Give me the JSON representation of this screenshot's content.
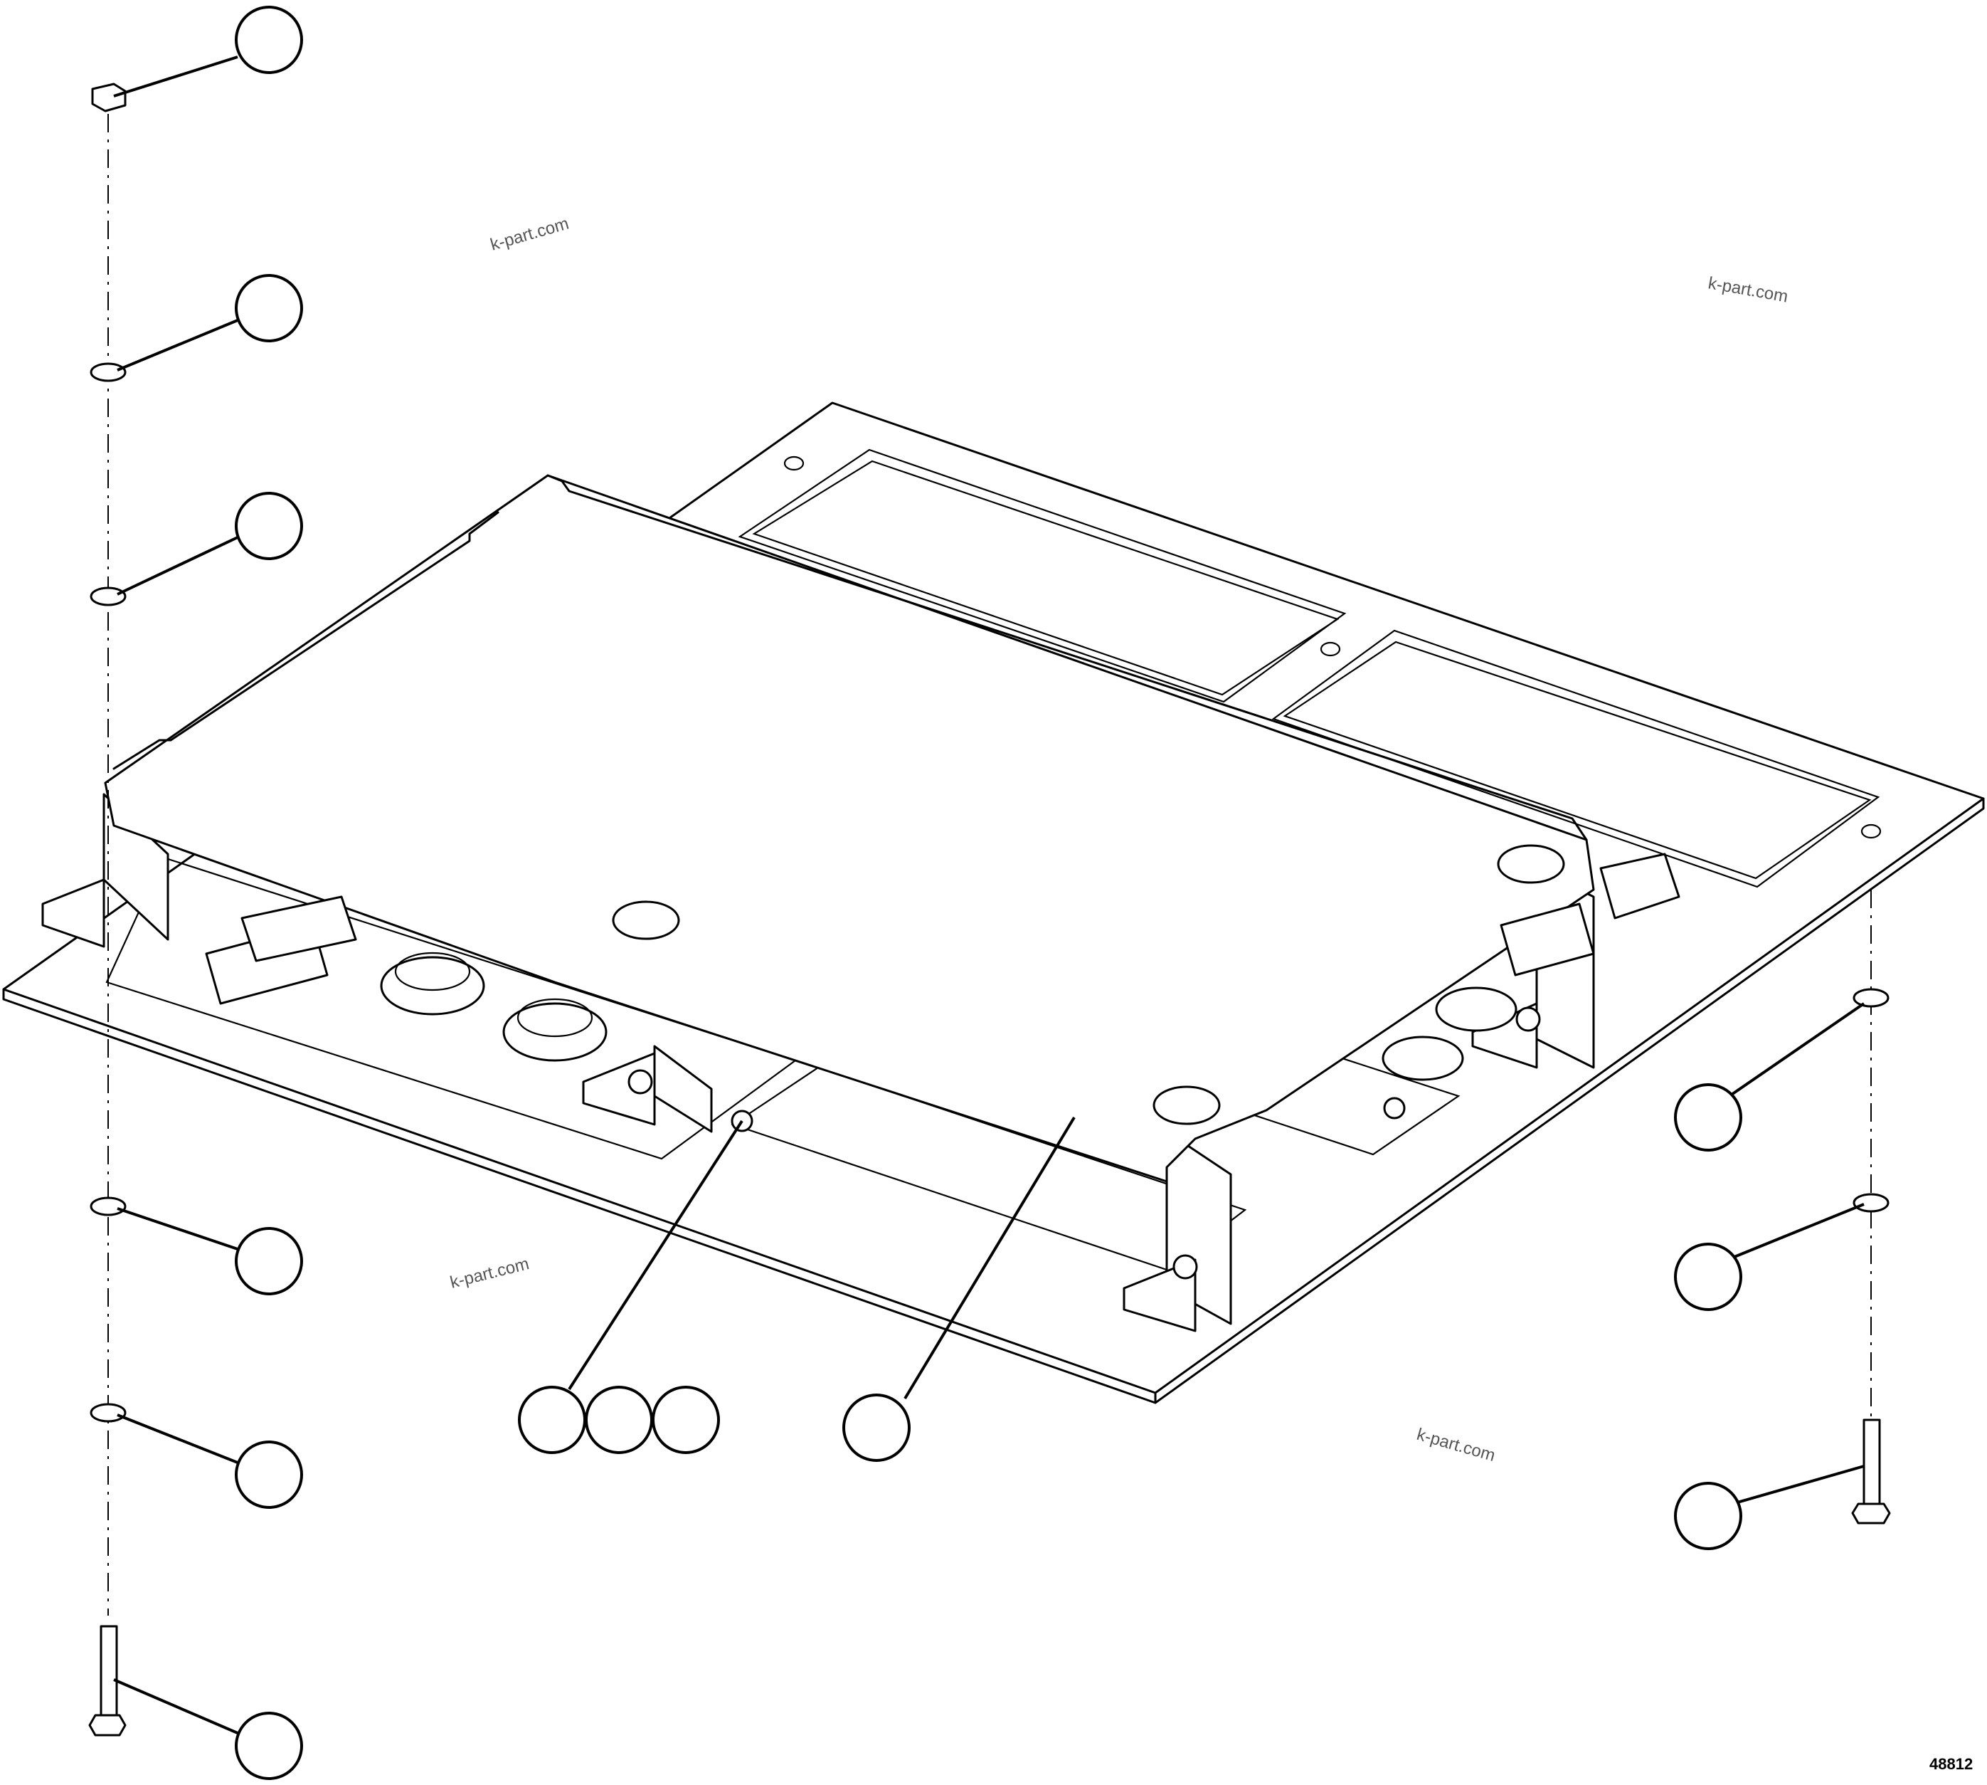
{
  "watermarks": [
    "k-part.com",
    "k-part.com",
    "k-part.com",
    "k-part.com"
  ],
  "figure_number": "48812",
  "callouts": [
    {
      "id": "c1",
      "label": ""
    },
    {
      "id": "c2",
      "label": ""
    },
    {
      "id": "c3",
      "label": ""
    },
    {
      "id": "c4",
      "label": ""
    },
    {
      "id": "c5",
      "label": ""
    },
    {
      "id": "c6",
      "label": ""
    },
    {
      "id": "c7",
      "label": ""
    },
    {
      "id": "c8",
      "label": ""
    },
    {
      "id": "c9",
      "label": ""
    },
    {
      "id": "c10",
      "label": ""
    },
    {
      "id": "c11",
      "label": ""
    },
    {
      "id": "c12",
      "label": ""
    },
    {
      "id": "c13",
      "label": ""
    },
    {
      "id": "c14",
      "label": ""
    }
  ]
}
